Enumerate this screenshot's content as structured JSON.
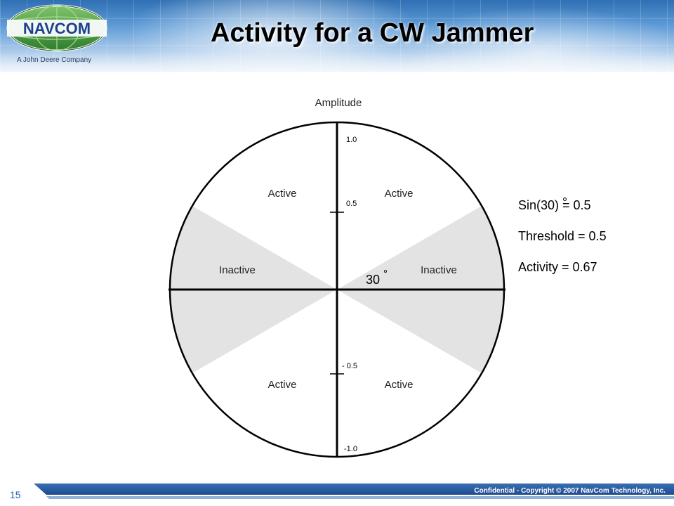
{
  "logo": {
    "brand": "NAVCOM",
    "tagline": "A John Deere Company"
  },
  "title": "Activity for a CW Jammer",
  "diagram": {
    "axis_label": "Amplitude",
    "ticks": {
      "top": "1.0",
      "upper_mid": "0.5",
      "lower_mid": "- 0.5",
      "bottom": "-1.0"
    },
    "regions": {
      "upper_left": "Active",
      "upper_right": "Active",
      "middle_left": "Inactive",
      "middle_right": "Inactive",
      "lower_left": "Active",
      "lower_right": "Active"
    },
    "angle_label": "30",
    "angle_degrees": 30,
    "threshold": 0.5,
    "colors": {
      "inactive_fill": "#e3e3e3",
      "line": "#000000"
    }
  },
  "equations": {
    "line1": "Sin(30) = 0.5",
    "line2": "Threshold = 0.5",
    "line3": "Activity = 0.67"
  },
  "footer": {
    "slide_number": "15",
    "copyright": "Confidential - Copyright © 2007 NavCom Technology, Inc."
  }
}
